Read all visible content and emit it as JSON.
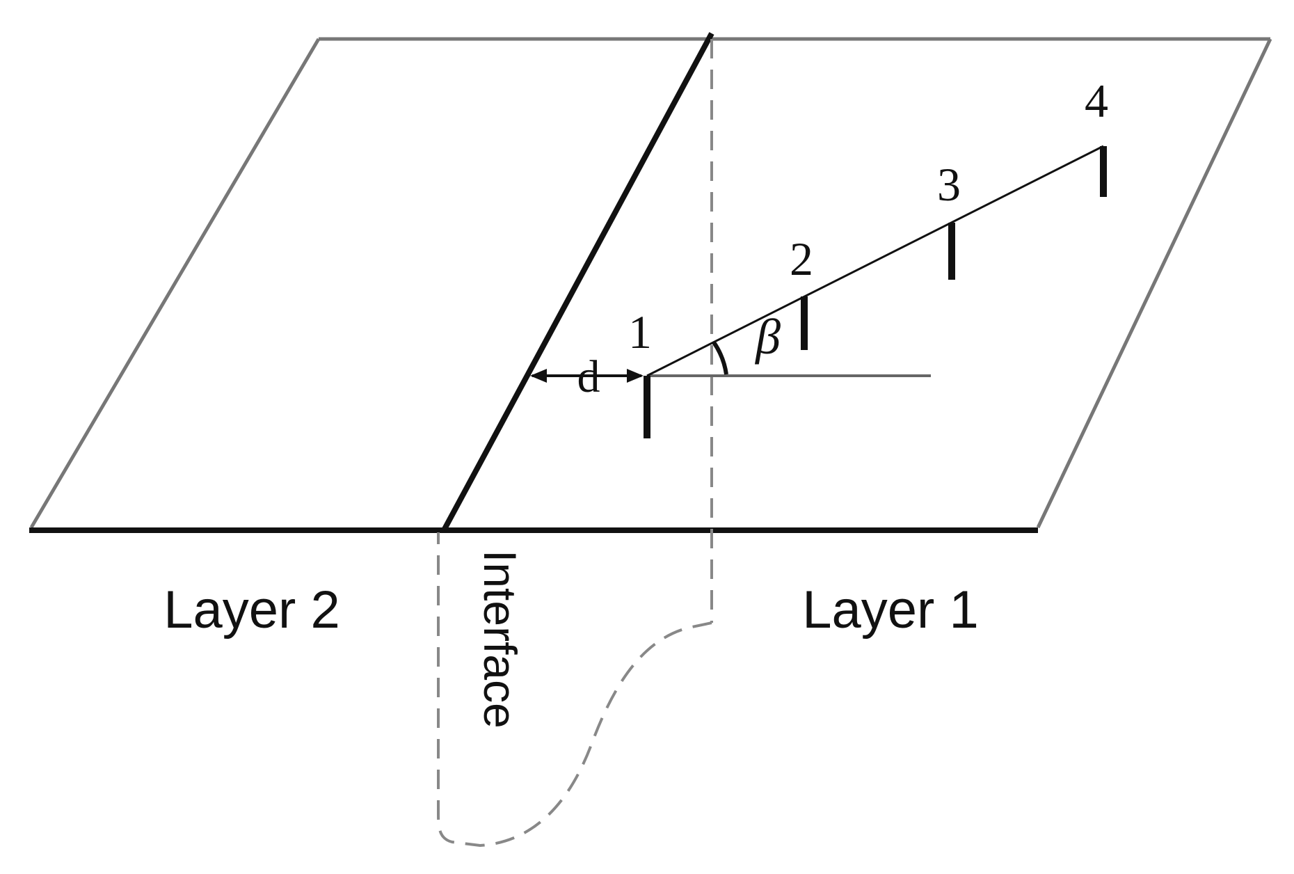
{
  "diagram": {
    "electrode_labels": [
      "1",
      "2",
      "3",
      "4"
    ],
    "distance_label": "d",
    "angle_label": "β",
    "layer_left_label": "Layer 2",
    "layer_right_label": "Layer 1",
    "interface_label": "Interface"
  }
}
